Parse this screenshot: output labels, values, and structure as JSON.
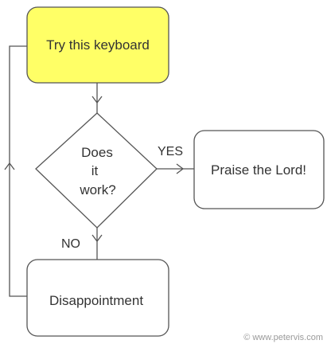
{
  "nodes": {
    "start": {
      "label": "Try this keyboard"
    },
    "decision": {
      "lines": [
        "Does",
        "it",
        "work?"
      ]
    },
    "yes_outcome": {
      "label": "Praise the Lord!"
    },
    "no_outcome": {
      "label": "Disappointment"
    }
  },
  "edges": {
    "yes_label": "YES",
    "no_label": "NO"
  },
  "footer": {
    "copyright": "© www.petervis.com"
  },
  "colors": {
    "start_fill": "#ffff66",
    "box_fill": "#ffffff",
    "stroke": "#555555",
    "text": "#333333"
  }
}
